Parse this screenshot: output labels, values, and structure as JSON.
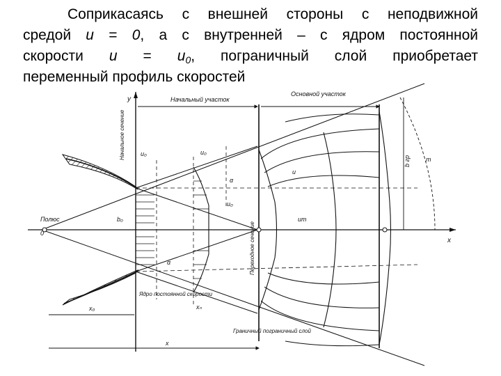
{
  "paragraph": {
    "line1": "Соприкасаясь с внешней стороны с неподвижной",
    "line2_a": "средой ",
    "line2_var": "u",
    "line2_b": " = ",
    "line2_zero": "0",
    "line2_c": ", а с внутренней – с ядром постоянной",
    "line3_a": "скорости ",
    "line3_var": "u",
    "line3_eq": " = ",
    "line3_var2": "u",
    "line3_sub": "0",
    "line3_b": ", пограничный слой приобретает",
    "line4": "переменный профиль скоростей"
  },
  "diagram": {
    "label_initial_section": "Начальный участок",
    "label_main_section": "Основной участок",
    "label_pole": "Полюс",
    "label_origin": "0",
    "label_y": "y",
    "label_x": "x",
    "label_initial_cross_section": "Начальное сечение",
    "label_transition_section": "Переходное сечение",
    "label_constant_velocity_core": "Ядро постоянной скорости",
    "label_boundary_layer": "Граничный пограничный слой",
    "label_u0_left": "u₀",
    "label_u0_mid": "u₀",
    "label_u0_profile": "u₀",
    "label_um": "um",
    "label_u": "u",
    "label_b_gr": "b гр",
    "label_x0": "x₀",
    "label_xn": "xₙ",
    "label_x_bottom": "x",
    "label_b0": "b₀",
    "label_alpha": "α",
    "label_alpha2": "α",
    "label_m": "m"
  }
}
